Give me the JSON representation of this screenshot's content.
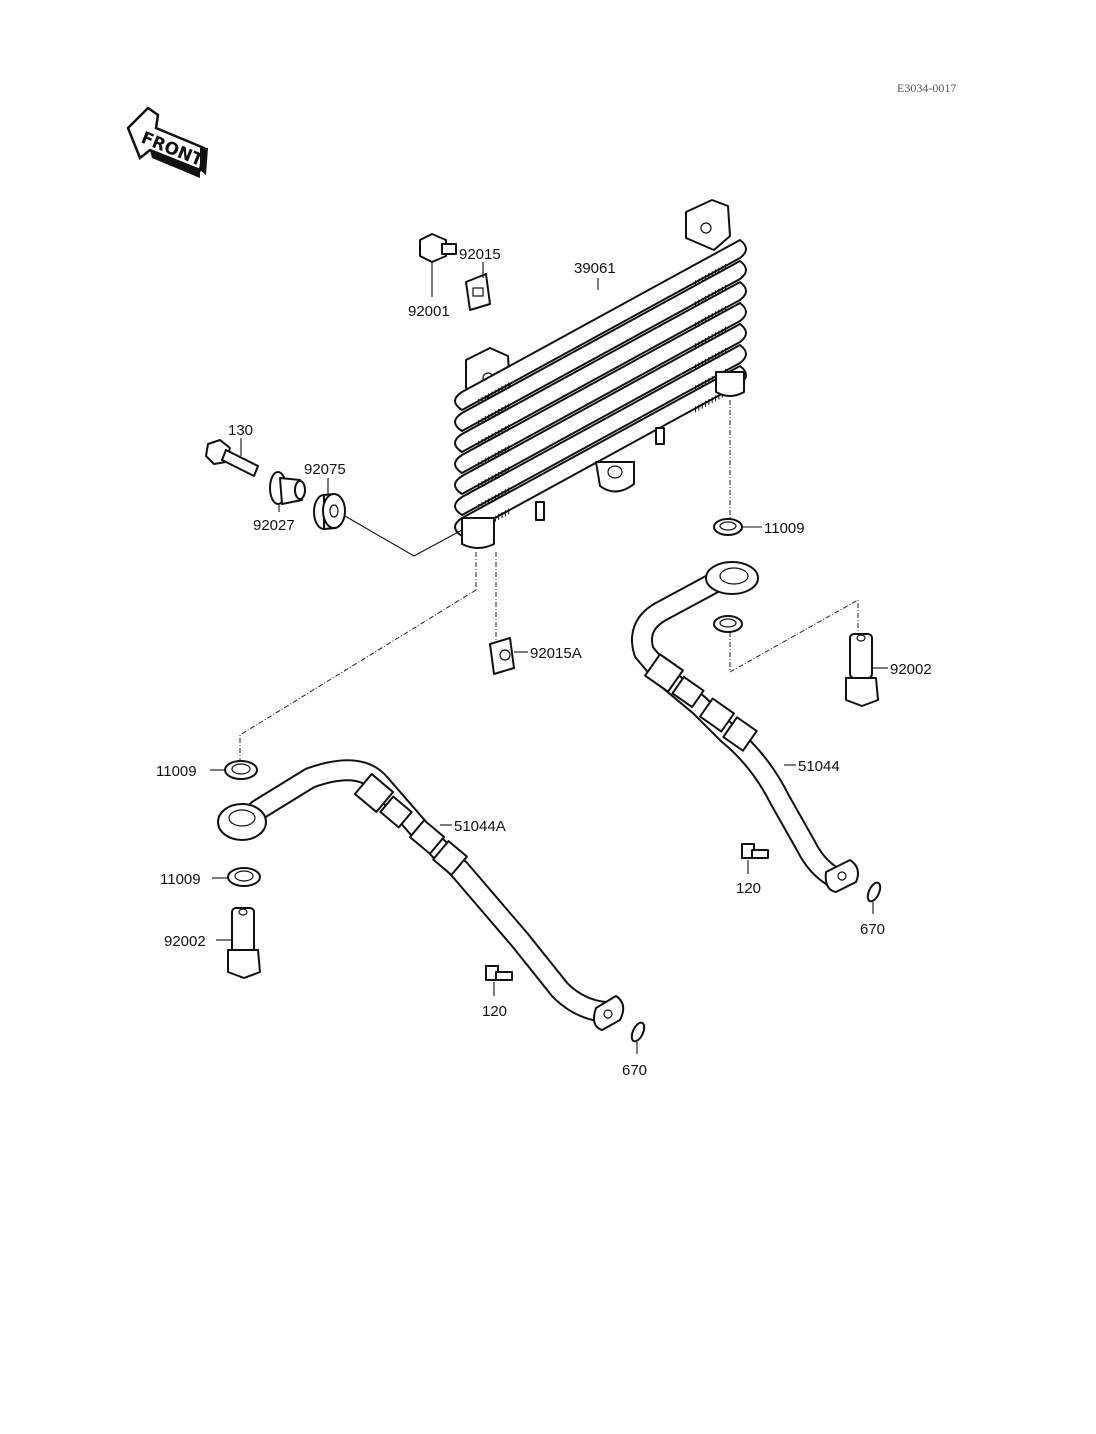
{
  "diagram": {
    "title": "Oil Cooler",
    "reference_code": "E3034-0017",
    "front_indicator": "FRONT",
    "parts": {
      "oil_cooler": "39061",
      "bolt_top": "92001",
      "clip_top": "92015",
      "bolt_mount": "130",
      "collar": "92027",
      "grommet": "92075",
      "washer_cooler_right": "11009",
      "clip_lower": "92015A",
      "banjo_bolt_right": "92002",
      "oil_pipe_right": "51044",
      "bolt_flange_right": "120",
      "oring_right": "670",
      "washer_left_upper": "11009",
      "oil_pipe_left": "51044A",
      "washer_left_lower": "11009",
      "banjo_bolt_left": "92002",
      "bolt_flange_left": "120",
      "oring_left": "670"
    }
  }
}
